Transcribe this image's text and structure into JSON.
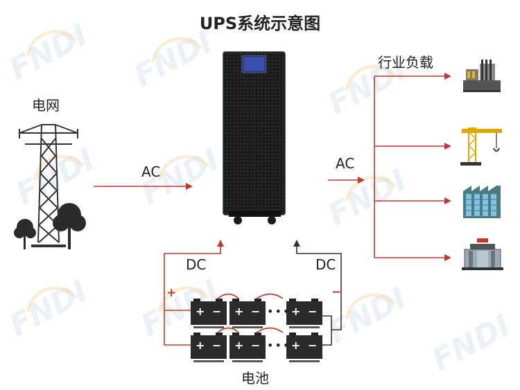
{
  "title": "UPS系统示意图",
  "labels": {
    "grid": "电网",
    "ac_in": "AC",
    "ac_out": "AC",
    "loads": "行业负载",
    "dc_left": "DC",
    "dc_right": "DC",
    "plus": "+",
    "minus": "−",
    "battery": "电池"
  },
  "watermark": "FNDI",
  "battery_signs": {
    "plus": "+",
    "minus": "−"
  },
  "battery_dots": "•••",
  "colors": {
    "arrow": "#c0392b",
    "line_dark": "#333333",
    "watermark_blue": "#a9c4e3",
    "watermark_gold": "#f3d9a4"
  },
  "icons": [
    "power-tower-icon",
    "tree-icon",
    "ups-cabinet-icon",
    "factory-icon",
    "crane-icon",
    "buildings-icon",
    "industrial-tank-icon",
    "battery-icon"
  ]
}
